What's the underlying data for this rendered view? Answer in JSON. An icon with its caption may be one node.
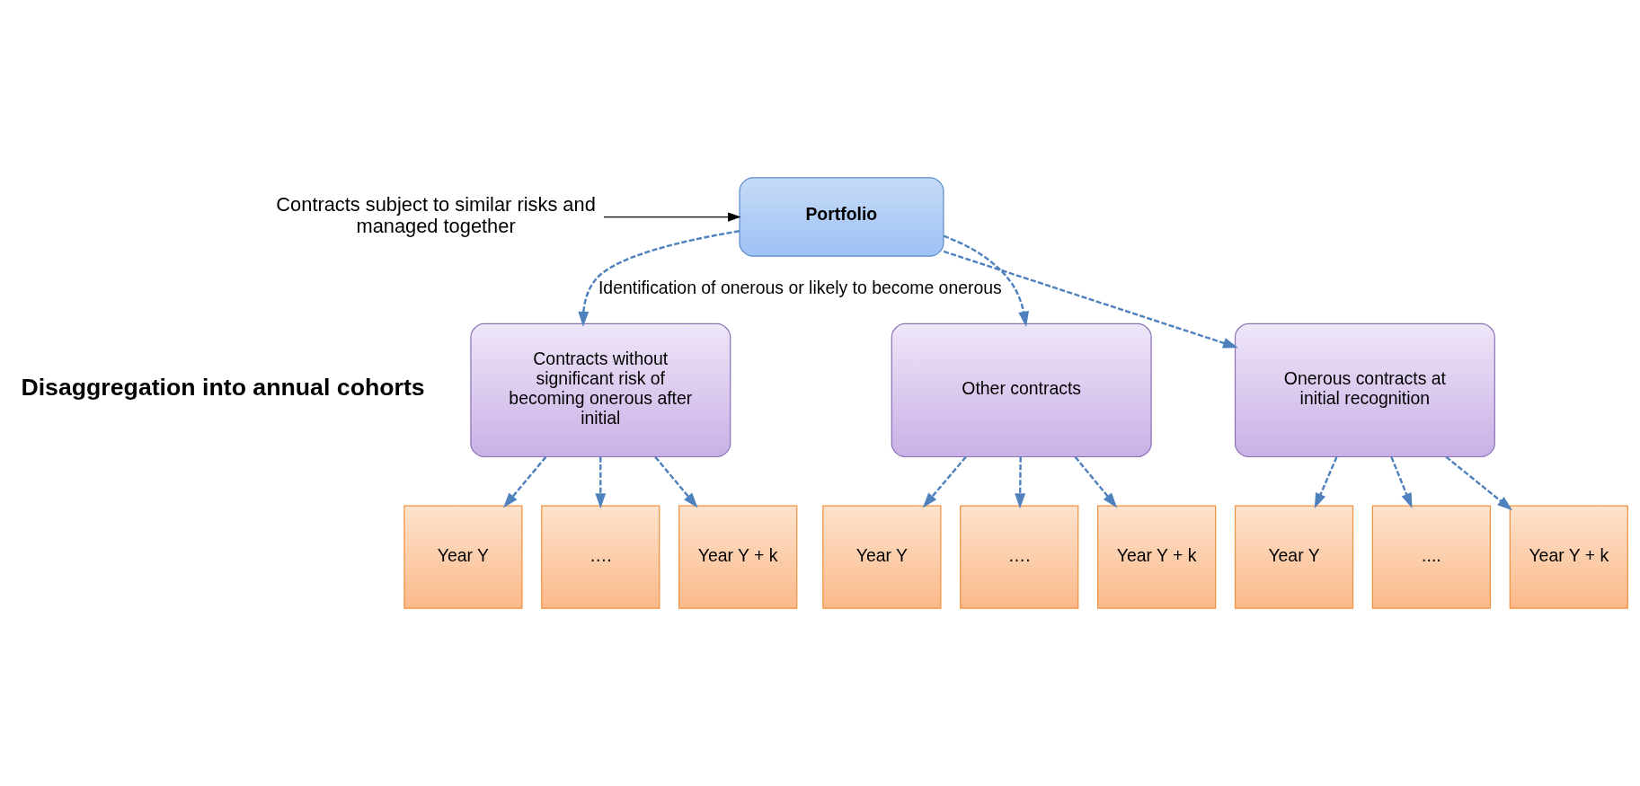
{
  "diagram": {
    "nodes": [
      {
        "text": [
          "Portfolio"
        ]
      },
      {
        "text": [
          "Contracts subject to similar risks and managed together"
        ]
      },
      {
        "text": [
          "Onerous contracts at initial recognition"
        ]
      },
      {
        "text": [
          "Contracts without significant risk of becoming onerous after initial"
        ]
      },
      {
        "text": [
          "Other contracts"
        ]
      },
      {
        "text": [
          "Year Y"
        ]
      },
      {
        "text": [
          "...."
        ]
      },
      {
        "text": [
          "Year Y + k"
        ]
      },
      {
        "text": [
          "Year Y"
        ]
      },
      {
        "text": [
          "…."
        ]
      },
      {
        "text": [
          "Year Y + k"
        ]
      },
      {
        "text": [
          "Year Y"
        ]
      },
      {
        "text": [
          "…."
        ]
      },
      {
        "text": [
          "Year Y + k"
        ]
      }
    ],
    "edges": [
      {
        "from": 1,
        "to": 0,
        "arrow": "to",
        "color": "#000000"
      },
      {
        "from": 0,
        "to": 2,
        "arrow": "to",
        "style": "dashed"
      },
      {
        "from": 0,
        "to": 3,
        "arrow": "to",
        "style": "dashed",
        "label": "Identification of onerous or likely to become onerous"
      },
      {
        "from": 0,
        "to": 4,
        "arrow": "to",
        "style": "dashed"
      },
      {
        "from": 2,
        "to": 5,
        "arrow": "to",
        "style": "dashed"
      },
      {
        "from": 2,
        "to": 6,
        "arrow": "to",
        "style": "dashed"
      },
      {
        "from": 2,
        "to": 7,
        "arrow": "to",
        "style": "dashed"
      },
      {
        "from": 3,
        "to": 8,
        "arrow": "to",
        "style": "dashed"
      },
      {
        "from": 3,
        "to": 9,
        "arrow": "to",
        "style": "dashed"
      },
      {
        "from": 3,
        "to": 10,
        "arrow": "to",
        "style": "dashed"
      },
      {
        "from": 4,
        "to": 11,
        "arrow": "to",
        "style": "dashed"
      },
      {
        "from": 4,
        "to": 12,
        "arrow": "to",
        "style": "dashed"
      },
      {
        "from": 4,
        "to": 13,
        "arrow": "to",
        "style": "dashed"
      }
    ],
    "labels": [
      "Disaggregation into annual cohorts"
    ]
  }
}
